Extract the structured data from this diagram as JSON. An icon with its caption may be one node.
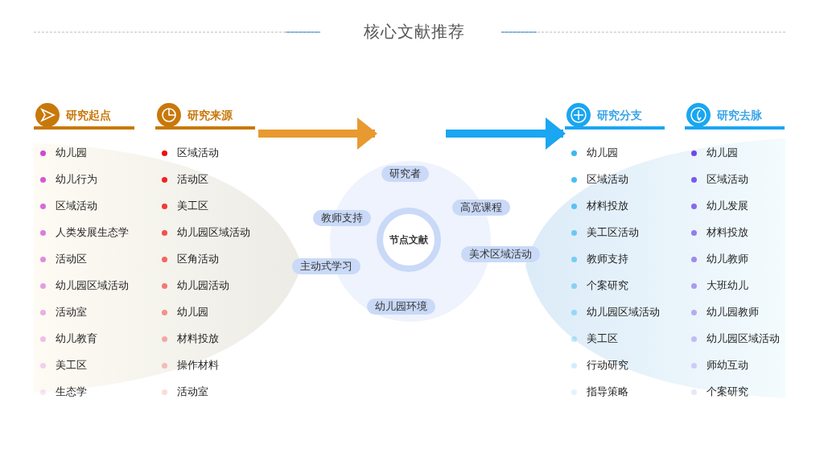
{
  "diagram": {
    "title": "核心文献推荐",
    "nodes": [
      {
        "text": [
          "研究起点",
          "幼儿园",
          "幼儿行为",
          "区域活动",
          "人类发展生态学",
          "活动区",
          "幼儿园区域活动",
          "活动室",
          "幼儿教育",
          "美工区",
          "生态学"
        ]
      },
      {
        "text": [
          "研究来源",
          "区域活动",
          "活动区",
          "美工区",
          "幼儿园区域活动",
          "区角活动",
          "幼儿园活动",
          "幼儿园",
          "材料投放",
          "操作材料",
          "活动室"
        ]
      },
      {
        "text": [],
        "shape": "circle"
      },
      {
        "text": [
          "节点文献"
        ],
        "in": 2
      },
      {
        "text": [
          "研究者"
        ],
        "in": 2
      },
      {
        "text": [
          "教师支持"
        ]
      },
      {
        "text": [
          "高宽课程"
        ]
      },
      {
        "text": [
          "主动式学习"
        ]
      },
      {
        "text": [
          "美术区域活动"
        ]
      },
      {
        "text": [
          "幼儿园环境"
        ],
        "in": 2
      },
      {
        "text": [
          "研究分支",
          "幼儿园",
          "区域活动",
          "材料投放",
          "美工区活动",
          "教师支持",
          "个案研究",
          "幼儿园区域活动",
          "美工区",
          "行动研究",
          "指导策略"
        ]
      },
      {
        "text": [
          "研究去脉",
          "幼儿园",
          "区域活动",
          "幼儿发展",
          "材料投放",
          "幼儿教师",
          "大班幼儿",
          "幼儿园教师",
          "幼儿园区域活动",
          "师幼互动",
          "个案研究"
        ]
      }
    ],
    "edges": [
      {
        "from": 1,
        "to": 2,
        "arrow": "to",
        "color": "#e89a30"
      },
      {
        "from": 2,
        "to": 10,
        "arrow": "to",
        "color": "#1aa6f0"
      }
    ]
  }
}
